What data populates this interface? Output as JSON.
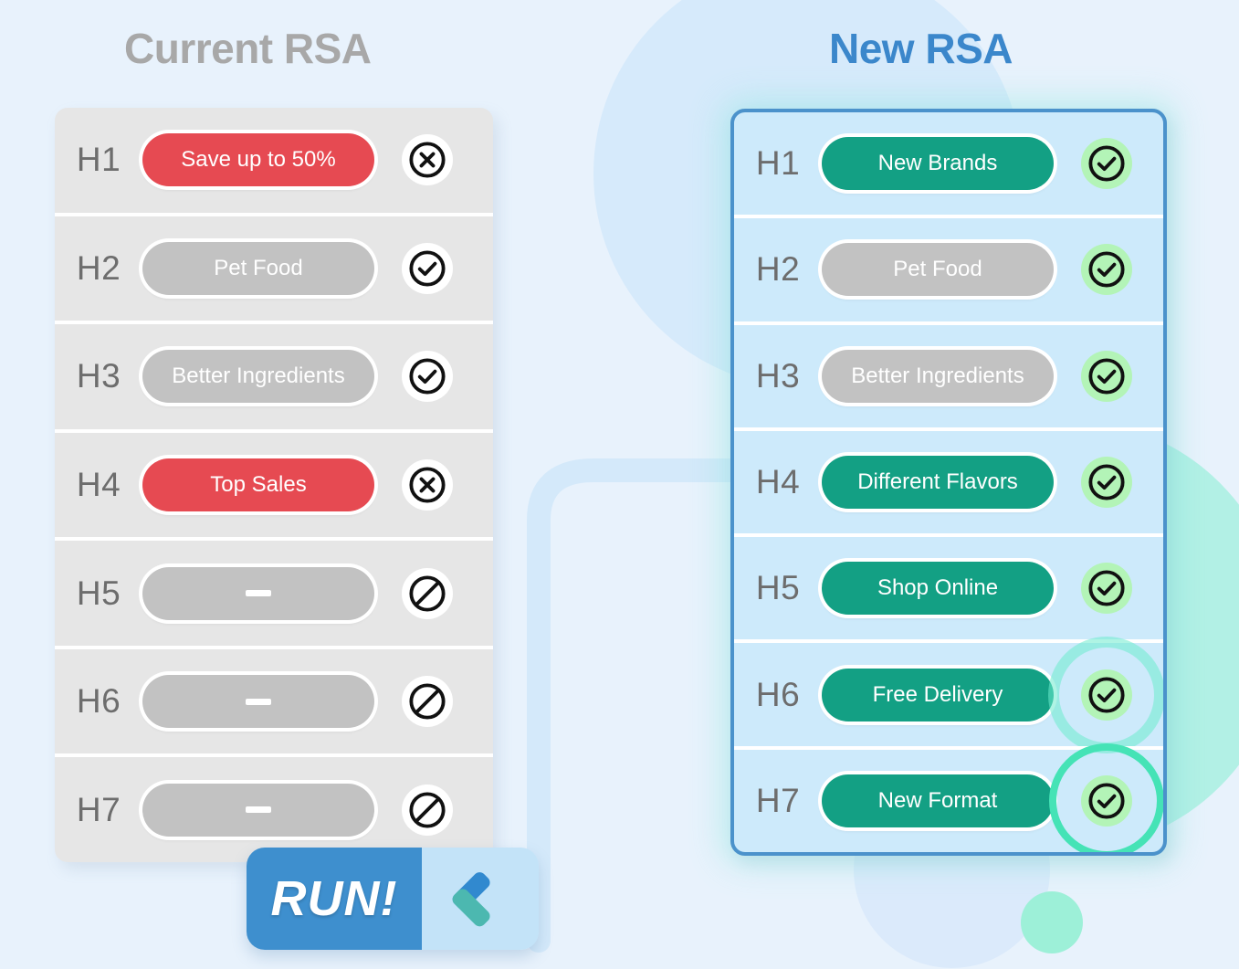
{
  "background": {
    "page_color": "#e8f2fc",
    "decor_blue": "#d6eafb",
    "decor_mint": "#a8f0e0"
  },
  "left_panel": {
    "title": "Current RSA",
    "title_color": "#a8a8a8",
    "panel_color": "#e6e6e6",
    "rows": [
      {
        "label": "H1",
        "text": "Save up to 50%",
        "pill_style": "red",
        "status": "cross",
        "status_name": "reject-icon"
      },
      {
        "label": "H2",
        "text": "Pet Food",
        "pill_style": "grey",
        "status": "check",
        "status_name": "approve-icon"
      },
      {
        "label": "H3",
        "text": "Better Ingredients",
        "pill_style": "grey",
        "status": "check",
        "status_name": "approve-icon"
      },
      {
        "label": "H4",
        "text": "Top Sales",
        "pill_style": "red",
        "status": "cross",
        "status_name": "reject-icon"
      },
      {
        "label": "H5",
        "text": "",
        "pill_style": "empty",
        "status": "disabled",
        "status_name": "not-allowed-icon"
      },
      {
        "label": "H6",
        "text": "",
        "pill_style": "empty",
        "status": "disabled",
        "status_name": "not-allowed-icon"
      },
      {
        "label": "H7",
        "text": "",
        "pill_style": "empty",
        "status": "disabled",
        "status_name": "not-allowed-icon"
      }
    ]
  },
  "right_panel": {
    "title": "New RSA",
    "title_color": "#3b87cb",
    "panel_color": "#cdeafb",
    "border_color": "#4b92cb",
    "rows": [
      {
        "label": "H1",
        "text": "New Brands",
        "pill_style": "green",
        "status": "check",
        "status_name": "approve-icon",
        "halo": "none"
      },
      {
        "label": "H2",
        "text": "Pet Food",
        "pill_style": "grey",
        "status": "check",
        "status_name": "approve-icon",
        "halo": "none"
      },
      {
        "label": "H3",
        "text": "Better Ingredients",
        "pill_style": "grey",
        "status": "check",
        "status_name": "approve-icon",
        "halo": "none"
      },
      {
        "label": "H4",
        "text": "Different Flavors",
        "pill_style": "green",
        "status": "check",
        "status_name": "approve-icon",
        "halo": "none"
      },
      {
        "label": "H5",
        "text": "Shop Online",
        "pill_style": "green",
        "status": "check",
        "status_name": "approve-icon",
        "halo": "none"
      },
      {
        "label": "H6",
        "text": "Free Delivery",
        "pill_style": "green",
        "status": "check",
        "status_name": "approve-icon",
        "halo": "soft"
      },
      {
        "label": "H7",
        "text": "New Format",
        "pill_style": "green",
        "status": "check",
        "status_name": "approve-icon",
        "halo": "strong"
      }
    ]
  },
  "run_button": {
    "label": "RUN!",
    "left_color": "#3e8fce",
    "right_color": "#c3e3f8",
    "icon": "chevron-right-logo"
  },
  "colors": {
    "red_pill": "#e64a52",
    "grey_pill": "#c2c2c2",
    "green_pill": "#13a084",
    "check_disc": "#b3f4b7",
    "halo_mint": "#45e3b6"
  }
}
